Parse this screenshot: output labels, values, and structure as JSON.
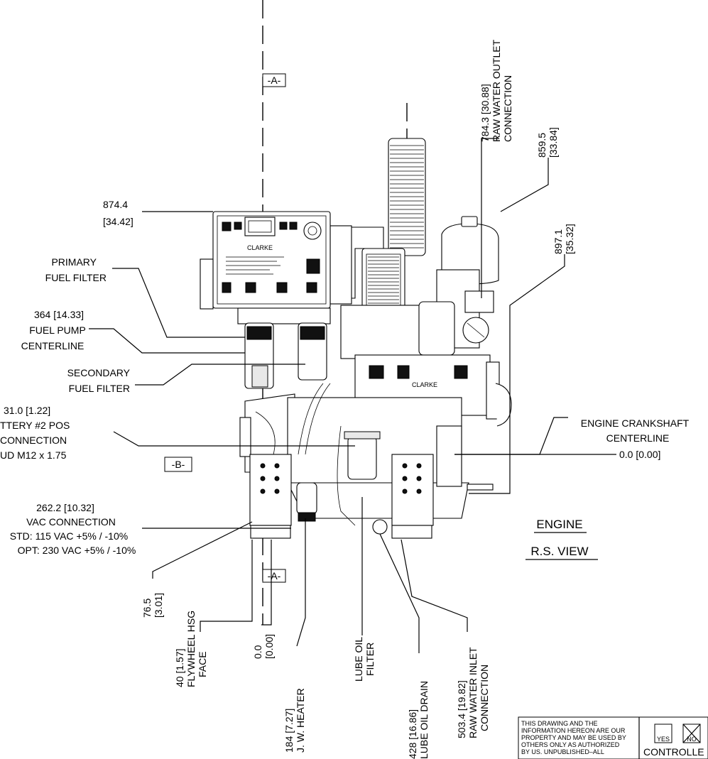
{
  "labels": {
    "raw_water_outlet": [
      "784.3 [30.88]",
      "RAW WATER OUTLET",
      "CONNECTION"
    ],
    "dim_859": [
      "859.5",
      "[33.84]"
    ],
    "dim_897": [
      "897.1",
      "[35.32]"
    ],
    "dim_874": [
      "874.4",
      "[34.42]"
    ],
    "primary_fuel_filter": [
      "PRIMARY",
      "FUEL FILTER"
    ],
    "fuel_pump": [
      "364 [14.33]",
      "FUEL PUMP",
      "CENTERLINE"
    ],
    "secondary_fuel_filter": [
      "SECONDARY",
      "FUEL FILTER"
    ],
    "battery": [
      "31.0 [1.22]",
      "TTERY #2 POS",
      "CONNECTION",
      "UD M12 x 1.75"
    ],
    "crankshaft": [
      "ENGINE CRANKSHAFT",
      "CENTERLINE"
    ],
    "crankshaft_dim": "0.0 [0.00]",
    "vac": [
      "262.2 [10.32]",
      "VAC CONNECTION",
      "STD: 115 VAC +5% / -10%",
      "OPT: 230 VAC +5% / -10%"
    ],
    "view_title": [
      "ENGINE",
      "R.S. VIEW"
    ],
    "dim_76": [
      "76.5",
      "[3.01]"
    ],
    "flywheel": [
      "40 [1.57]",
      "FLYWHEEL HSG",
      "FACE"
    ],
    "zero": [
      "0.0",
      "[0.00]"
    ],
    "jw_heater": [
      "184 [7.27]",
      "J. W. HEATER"
    ],
    "lube_oil_filter": [
      "LUBE OIL",
      "FILTER"
    ],
    "lube_oil_drain": [
      "428 [16.86]",
      "LUBE OIL DRAIN"
    ],
    "raw_water_inlet": [
      "503.4 [19.82]",
      "RAW WATER INLET",
      "CONNECTION"
    ],
    "section_a_top": "-A-",
    "section_a_bottom": "-A-",
    "section_b": "-B-",
    "panel_brand": "CLARKE",
    "flywheel_brand": "CLARKE"
  },
  "title_block": {
    "notice": [
      "THIS DRAWING AND THE",
      "INFORMATION HEREON ARE OUR",
      "PROPERTY AND MAY BE USED BY",
      "OTHERS ONLY AS AUTHORIZED",
      "BY US. UNPUBLISHED–ALL"
    ],
    "yes": "YES",
    "no": "NO",
    "controlled": "CONTROLLE"
  }
}
